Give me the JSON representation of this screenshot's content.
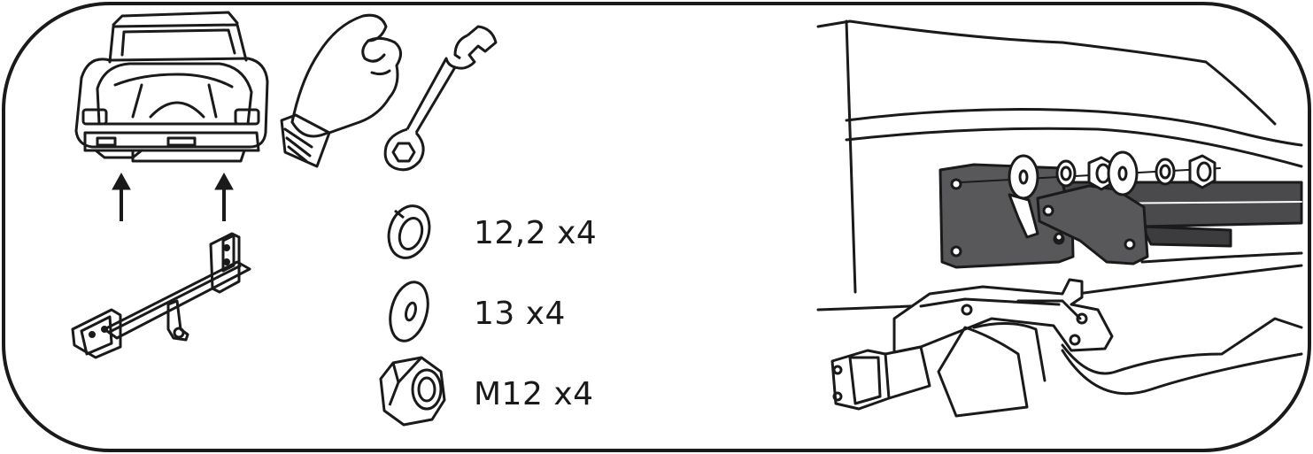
{
  "parts": [
    {
      "name": "spring-washer",
      "label": "12,2 x4"
    },
    {
      "name": "flat-washer",
      "label": "13 x4"
    },
    {
      "name": "hex-nut",
      "label": "M12 x4"
    }
  ],
  "colors": {
    "line": "#1a1a1a",
    "bracket_fill": "#58585a",
    "bracket_dark": "#3c3c3e",
    "background": "#ffffff"
  },
  "icons": [
    "car-rear-icon",
    "hand-glove-icon",
    "wrench-icon",
    "tow-bar-icon",
    "up-arrow-icon",
    "spring-washer-icon",
    "flat-washer-icon",
    "hex-nut-icon",
    "mounting-detail-illustration"
  ]
}
